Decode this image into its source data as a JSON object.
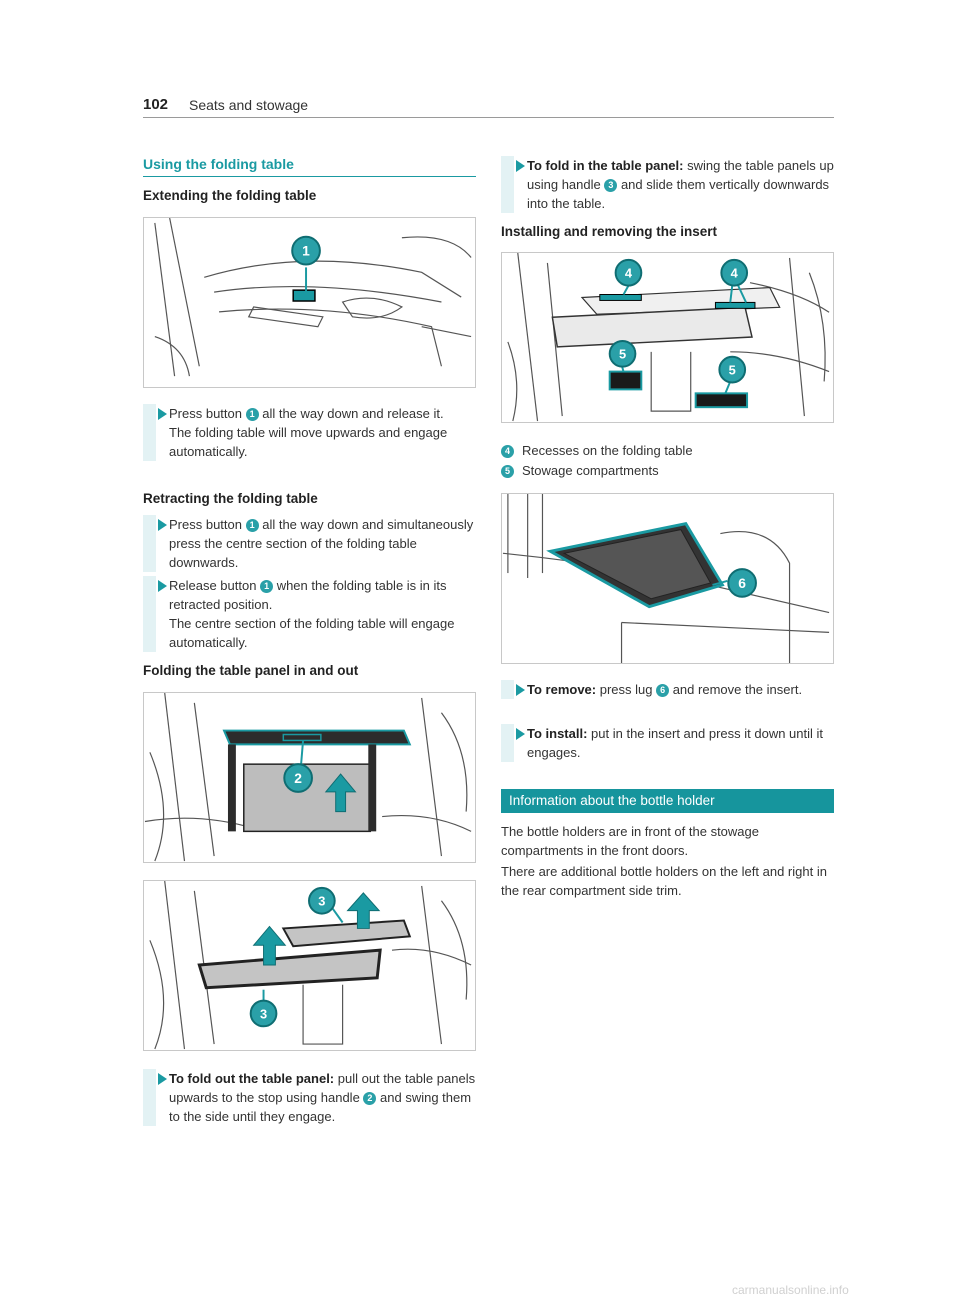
{
  "header": {
    "page_number": "102",
    "section": "Seats and stowage"
  },
  "left": {
    "section_title": "Using the folding table",
    "extending_title": "Extending the folding table",
    "extend_step": {
      "pre": "Press button ",
      "num": "1",
      "post": " all the way down and release it.",
      "line2": "The folding table will move upwards and engage automatically."
    },
    "retracting_title": "Retracting the folding table",
    "retract_step1": {
      "pre": "Press button ",
      "num": "1",
      "post": " all the way down and simultaneously press the centre section of the folding table downwards."
    },
    "retract_step2": {
      "pre": "Release button ",
      "num": "1",
      "post": " when the folding table is in its retracted position.",
      "line2": "The centre section of the folding table will engage automatically."
    },
    "folding_title": "Folding the table panel in and out",
    "fold_out_step": {
      "label": "To fold out the table panel:",
      "pre": " pull out the table panels upwards to the stop using handle ",
      "num": "2",
      "post": " and swing them to the side until they engage."
    }
  },
  "right": {
    "fold_in_step": {
      "label": "To fold in the table panel:",
      "pre": " swing the table panels up using handle ",
      "num": "3",
      "post": " and slide them vertically downwards into the table."
    },
    "installing_title": "Installing and removing the insert",
    "legend": [
      {
        "num": "4",
        "text": "Recesses on the folding table"
      },
      {
        "num": "5",
        "text": "Stowage compartments"
      }
    ],
    "remove_step": {
      "label": "To remove:",
      "pre": " press lug ",
      "num": "6",
      "post": " and remove the insert."
    },
    "install_step": {
      "label": "To install:",
      "pre": " put in the insert and press it down until it engages."
    },
    "info_title": "Information about the bottle holder",
    "para1": "The bottle holders are in front of the stowage compartments in the front doors.",
    "para2": "There are additional bottle holders on the left and right in the rear compartment side trim."
  },
  "figure_callouts": {
    "fig1": [
      "1"
    ],
    "fig2": [
      "2"
    ],
    "fig3": [
      "3",
      "3"
    ],
    "fig4": [
      "4",
      "4",
      "5",
      "5"
    ],
    "fig5": [
      "6"
    ]
  },
  "watermark": "carmanualsonline.info",
  "colors": {
    "accent": "#1a9aa2",
    "callout": "#2aa0a8",
    "info_bar": "#16959d"
  }
}
